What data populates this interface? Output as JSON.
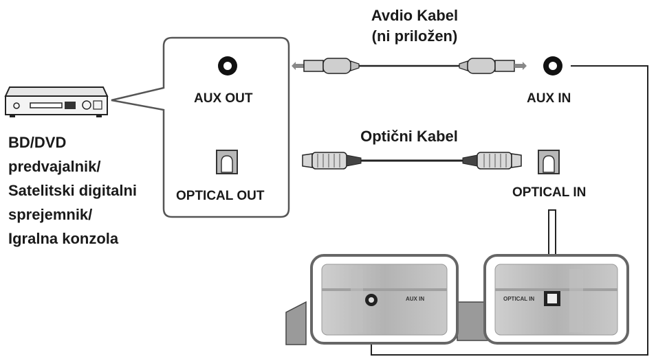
{
  "source_device": {
    "lines": [
      "BD/DVD",
      "predvajalnik/",
      "Satelitski digitalni",
      "sprejemnik/",
      "Igralna konzola"
    ]
  },
  "source_ports": {
    "aux_out": "AUX OUT",
    "optical_out": "OPTICAL OUT"
  },
  "audio_cable": {
    "title_line1": "Avdio Kabel",
    "title_line2": "(ni priložen)"
  },
  "optical_cable": {
    "title": "Optični Kabel"
  },
  "target_ports": {
    "aux_in": "AUX IN",
    "optical_in": "OPTICAL IN"
  },
  "soundbar_panel": {
    "aux_in": "AUX IN",
    "optical_in": "OPTICAL IN"
  }
}
